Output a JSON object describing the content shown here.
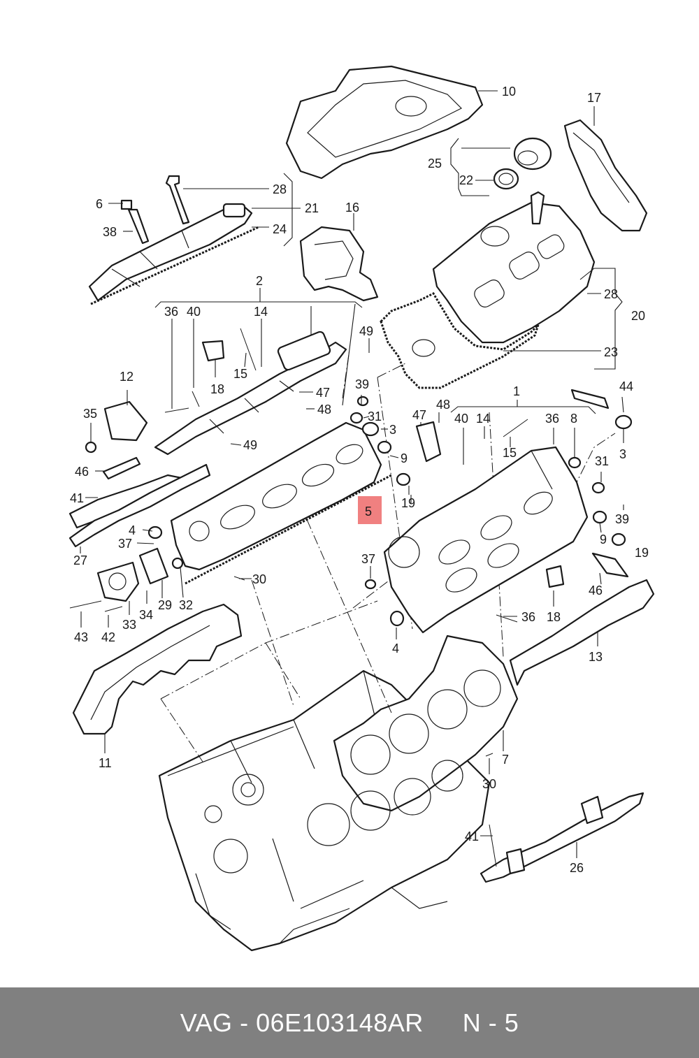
{
  "footer": {
    "brand": "VAG",
    "dash": "-",
    "part_number": "06E103148AR",
    "position_code": "N - 5"
  },
  "highlight": {
    "label": "5",
    "color": "#f08080"
  },
  "callouts": [
    "10",
    "17",
    "25",
    "22",
    "28",
    "6",
    "21",
    "38",
    "24",
    "16",
    "2",
    "36",
    "40",
    "14",
    "49",
    "20",
    "28",
    "15",
    "18",
    "47",
    "23",
    "12",
    "48",
    "39",
    "44",
    "35",
    "31",
    "3",
    "1",
    "47",
    "48",
    "40",
    "14",
    "36",
    "8",
    "49",
    "15",
    "3",
    "46",
    "9",
    "31",
    "41",
    "19",
    "39",
    "4",
    "37",
    "9",
    "27",
    "37",
    "30",
    "29",
    "32",
    "19",
    "46",
    "34",
    "36",
    "18",
    "43",
    "42",
    "33",
    "4",
    "13",
    "11",
    "7",
    "30",
    "41",
    "26"
  ],
  "colors": {
    "footer_bg": "#808080",
    "footer_text": "#ffffff",
    "line": "#1a1a1a"
  }
}
